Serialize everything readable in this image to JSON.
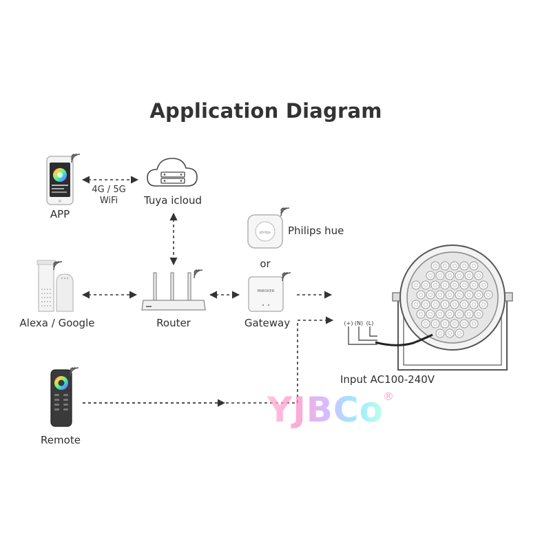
{
  "title": "Application Diagram",
  "nodes": {
    "app": "APP",
    "cloud": "Tuya icloud",
    "network": [
      "4G / 5G",
      "WiFi"
    ],
    "philips": "Philips hue",
    "or": "or",
    "alexa": "Alexa / Google",
    "router": "Router",
    "gateway": "Gateway",
    "remote": "Remote",
    "input": "Input AC100-240V"
  },
  "terminals": [
    "(+)",
    "(N)",
    "(L)"
  ],
  "gateway_brand": "MiBOXER",
  "watermark": {
    "text": "YJBCo",
    "mark": "®"
  },
  "icons": [
    "smartphone-icon",
    "cloud-server-icon",
    "smart-speaker-icon",
    "router-icon",
    "philips-hue-bridge-icon",
    "gateway-icon",
    "remote-control-icon",
    "floodlight-icon",
    "wifi-signal-icon"
  ],
  "colors": {
    "device": "#f2f2f2",
    "outline": "#9a9a9a",
    "arrow": "#444444"
  }
}
